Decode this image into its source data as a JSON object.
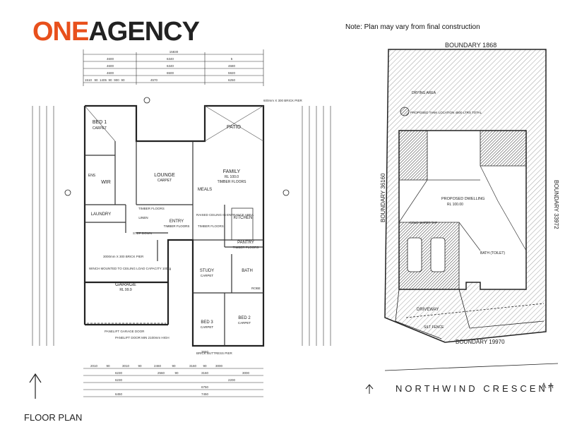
{
  "logo": {
    "part1": "ONE",
    "part2": "AGENCY"
  },
  "note": "Note: Plan may vary from final construction",
  "floor_plan": {
    "label": "FLOOR PLAN",
    "top_dims": [
      "15830",
      "4600",
      "6340",
      "5",
      "4600",
      "6340",
      "4680",
      "4600",
      "6500",
      "5920",
      "1510",
      "90",
      "1405",
      "90",
      "900",
      "90",
      "4570",
      "6250"
    ],
    "bottom_dims": [
      "2010",
      "90",
      "3010",
      "90",
      "2460",
      "90",
      "3160",
      "90",
      "3000",
      "6230",
      "2560",
      "90",
      "3160",
      "3000",
      "2200",
      "6230",
      "6750",
      "3660",
      "6450",
      "7450"
    ],
    "rooms": [
      {
        "id": "bed1",
        "name": "BED 1",
        "floor": "CARPET"
      },
      {
        "id": "wir",
        "name": "WIR",
        "floor": ""
      },
      {
        "id": "ens",
        "name": "ENS",
        "floor": ""
      },
      {
        "id": "lounge",
        "name": "LOUNGE",
        "floor": "CARPET"
      },
      {
        "id": "family",
        "name": "FAMILY",
        "floor": "RL 100.0"
      },
      {
        "id": "family_floor",
        "name": "TIMBER FLOORS",
        "floor": ""
      },
      {
        "id": "patio",
        "name": "PATIO",
        "floor": ""
      },
      {
        "id": "meals",
        "name": "MEALS",
        "floor": ""
      },
      {
        "id": "kitchen",
        "name": "KITCHEN",
        "floor": ""
      },
      {
        "id": "pantry",
        "name": "PANTRY",
        "floor": "TIMBER FLOORS"
      },
      {
        "id": "laundry",
        "name": "LAUNDRY",
        "floor": ""
      },
      {
        "id": "linen",
        "name": "LINEN",
        "floor": ""
      },
      {
        "id": "entry",
        "name": "ENTRY",
        "floor": "TIMBER FLOORS"
      },
      {
        "id": "garage",
        "name": "GARAGE",
        "floor": "RL 99.9"
      },
      {
        "id": "study",
        "name": "STUDY",
        "floor": "CARPET"
      },
      {
        "id": "bath",
        "name": "BATH",
        "floor": ""
      },
      {
        "id": "bed3",
        "name": "BED 3",
        "floor": "CARPET"
      },
      {
        "id": "bed2",
        "name": "BED 2",
        "floor": "CARPET"
      }
    ],
    "annotations": {
      "timber_floors_1": "TIMBER FLOORS",
      "raised_ceiling": "RAISED CEILING IN ENTRANCE AREA",
      "timber_floors_2": "TIMBER FLOORS",
      "step_down": "STEP DOWN",
      "brick_pier": "3000mm X 300 BRICK PIER",
      "winch": "WINCH MOUNTED TO CEILING LOAD CAPACITY 100kg",
      "panelift": "PANELIFT GARAGE DOOR",
      "panelift_min": "PANELIFT DOOR MIN 2100mm HIGH",
      "brick_buttress": "BRICK BUTTRESS PIER",
      "robe": "ROBE",
      "top_pier": "600mm X 300 BRICK PIER"
    }
  },
  "site_plan": {
    "boundary_top": "BOUNDARY 1868",
    "boundary_left": "BOUNDARY 36160",
    "boundary_right": "BOUNDARY 33972",
    "boundary_bottom": "BOUNDARY 19970",
    "drying_area": "DRYING AREA",
    "tank_location": "PROPOSED TANK LOCATION 4500 LTRS TOTAL",
    "proposed_dwelling": "PROPOSED DWELLING",
    "dwelling_rl": "RL 100.00",
    "cold_water_tap": "COLD WATER TAP",
    "bath_toilet": "BATH (TOILET)",
    "driveway": "DRIVEWAY",
    "silt_fence": "SILT FENCE",
    "street": "NORTHWIND CRESCENT"
  }
}
